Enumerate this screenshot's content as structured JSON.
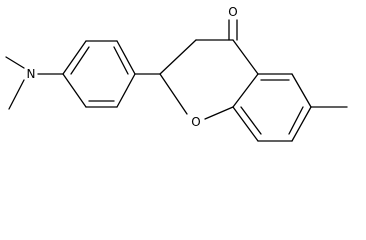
{
  "structure": {
    "atoms": {
      "carbonyl_oxygen": "O",
      "ring_oxygen": "O",
      "amine_nitrogen": "N"
    },
    "colors": {
      "bond": "#000000",
      "label": "#000000",
      "background": "#ffffff"
    }
  }
}
